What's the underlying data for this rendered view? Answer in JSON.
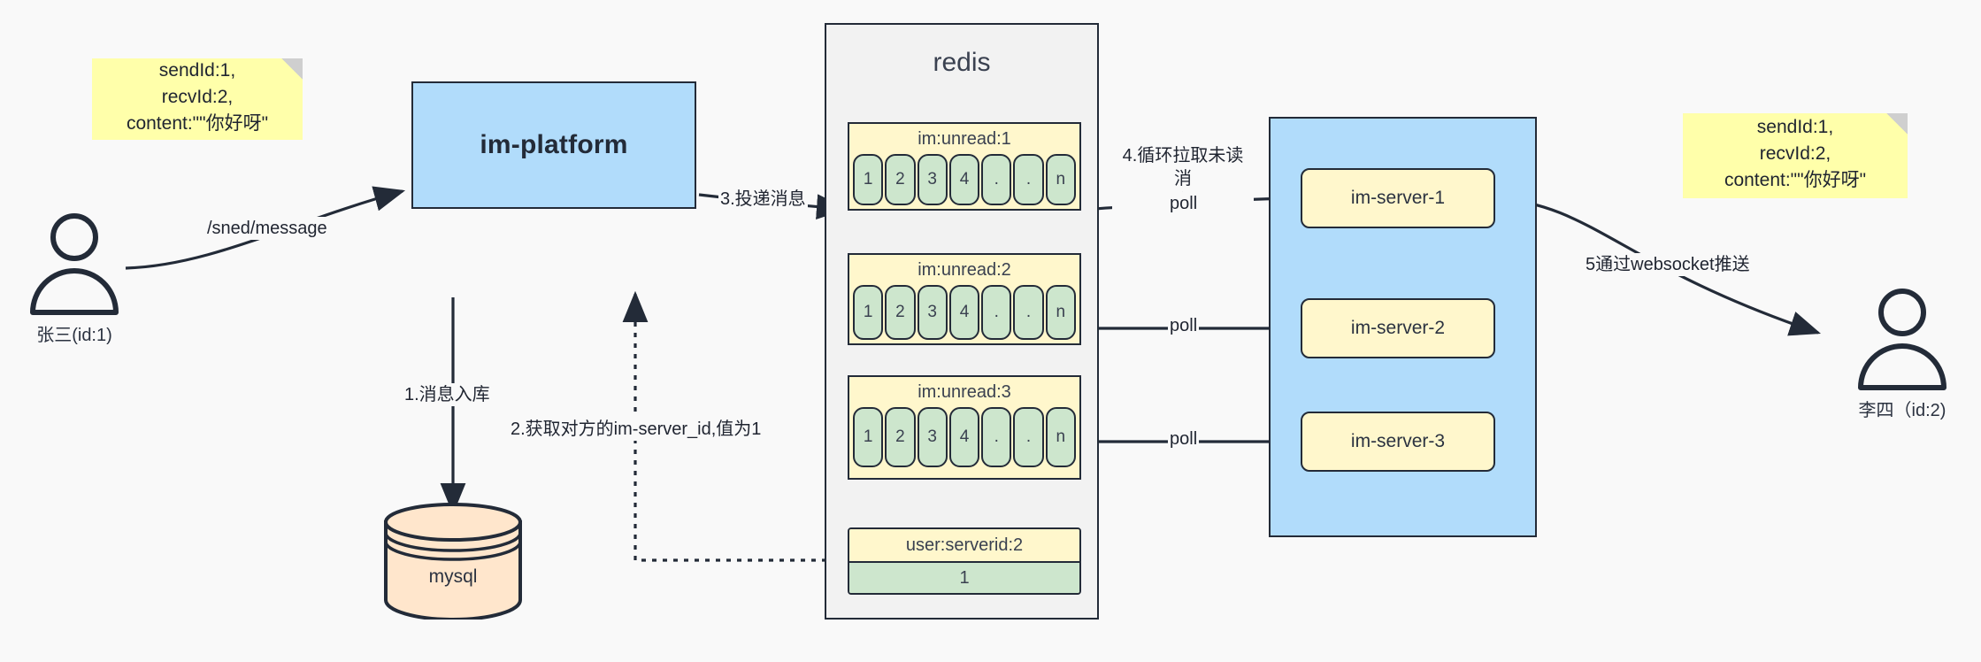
{
  "diagram": {
    "title": "IM message delivery architecture",
    "colors": {
      "background": "#f9f9f9",
      "note_yellow": "#ffffaa",
      "box_blue": "#b1dcfb",
      "box_grey": "#f2f2f2",
      "box_yellow": "#fff7cc",
      "cell_green": "#cde6cd",
      "db_orange": "#ffe6cc",
      "stroke": "#232b38"
    }
  },
  "notes": {
    "left": "sendId:1,\nrecvId:2,\ncontent:\"\"你好呀\"",
    "right": "sendId:1,\nrecvId:2,\ncontent:\"\"你好呀\""
  },
  "actors": {
    "sender": {
      "label": "张三(id:1)"
    },
    "receiver": {
      "label": "李四（id:2)"
    }
  },
  "nodes": {
    "platform": {
      "label": "im-platform"
    },
    "database": {
      "label": "mysql"
    },
    "redis": {
      "title": "redis"
    },
    "server_group": {
      "servers": [
        {
          "label": "im-server-1"
        },
        {
          "label": "im-server-2"
        },
        {
          "label": "im-server-3"
        }
      ]
    }
  },
  "redis_keys": {
    "unread_lists": [
      {
        "key": "im:unread:1",
        "cells": [
          "1",
          "2",
          "3",
          "4",
          ".",
          ".",
          "n"
        ]
      },
      {
        "key": "im:unread:2",
        "cells": [
          "1",
          "2",
          "3",
          "4",
          ".",
          ".",
          "n"
        ]
      },
      {
        "key": "im:unread:3",
        "cells": [
          "1",
          "2",
          "3",
          "4",
          ".",
          ".",
          "n"
        ]
      }
    ],
    "serverid": {
      "key": "user:serverid:2",
      "value": "1"
    }
  },
  "edges": {
    "send_message": "/sned/message",
    "step1": "1.消息入库",
    "step2": "2.获取对方的im-server_id,值为1",
    "step3": "3.投递消息",
    "step4": "4.循环拉取未读消\n息",
    "step5": "5通过websocket推送",
    "poll1": "poll",
    "poll2": "poll",
    "poll3": "poll"
  }
}
